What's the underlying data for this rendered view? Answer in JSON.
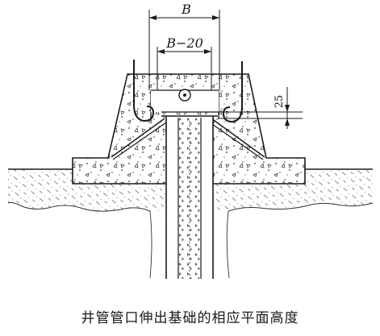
{
  "diagram": {
    "caption": "井管管口伸出基础的相应平面高度",
    "dimensions": {
      "width_label": "B",
      "inner_width_label": "B−20",
      "height_label": "25"
    }
  }
}
